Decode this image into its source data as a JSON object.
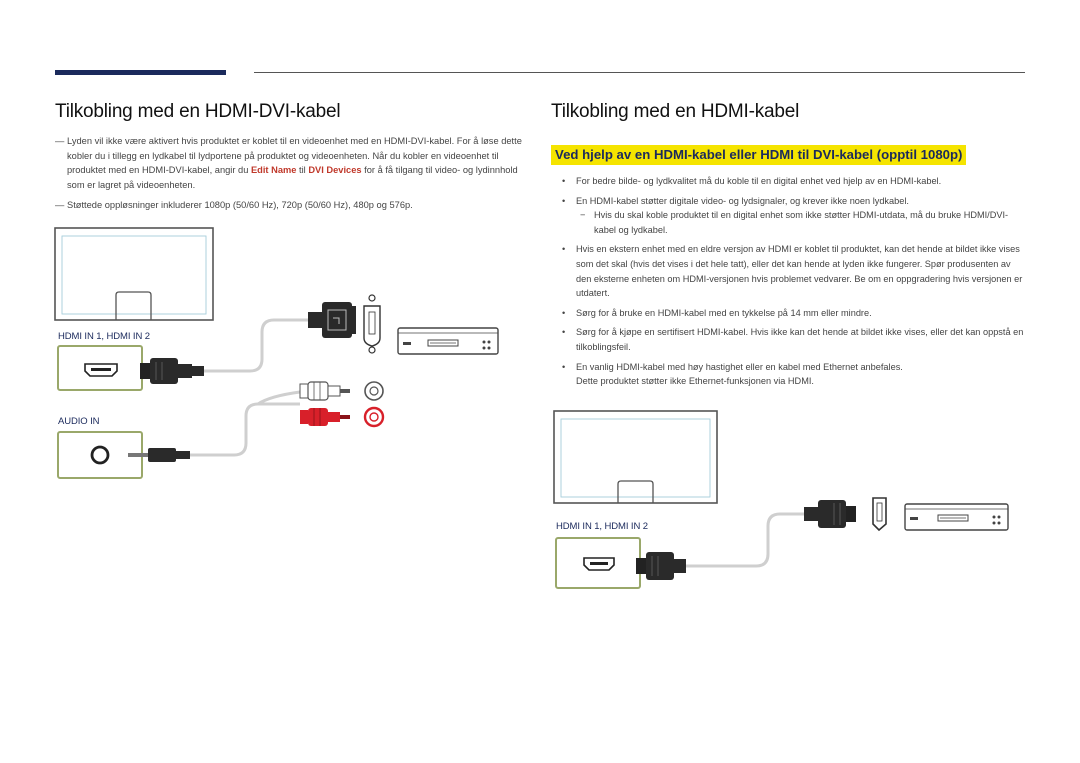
{
  "left": {
    "title": "Tilkobling med en HDMI-DVI-kabel",
    "note1_dash": "―",
    "note1_part1": "Lyden vil ikke være aktivert hvis produktet er koblet til en videoenhet med en HDMI-DVI-kabel. For å løse dette kobler du i tillegg en lydkabel til lydportene på produktet og videoenheten. Når du kobler en videoenhet til produktet med en HDMI-DVI-kabel, angir du ",
    "note1_edit_name": "Edit Name",
    "note1_mid": " til ",
    "note1_dvi_devices": "DVI Devices",
    "note1_part2": " for å få tilgang til video- og lydinnhold som er lagret på videoenheten.",
    "note2_dash": "―",
    "note2": "Støttede oppløsninger inkluderer 1080p (50/60 Hz), 720p (50/60 Hz), 480p og 576p.",
    "hdmi_port_label": "HDMI IN 1, HDMI IN 2",
    "audio_port_label": "AUDIO IN"
  },
  "right": {
    "title": "Tilkobling med en HDMI-kabel",
    "subtitle": "Ved hjelp av en HDMI-kabel eller HDMI til DVI-kabel (opptil 1080p)",
    "bullet_symbol": "•",
    "sub_symbol": "−",
    "bullets": [
      "For bedre bilde- og lydkvalitet må du koble til en digital enhet ved hjelp av en HDMI-kabel.",
      "En HDMI-kabel støtter digitale video- og lydsignaler, og krever ikke noen lydkabel.",
      "Hvis en ekstern enhet med en eldre versjon av HDMI er koblet til produktet, kan det hende at bildet ikke vises som det skal (hvis det vises i det hele tatt), eller det kan hende at lyden ikke fungerer. Spør produsenten av den eksterne enheten om HDMI-versjonen hvis problemet vedvarer. Be om en oppgradering hvis versjonen er utdatert.",
      "Sørg for å bruke en HDMI-kabel med en tykkelse på 14 mm eller mindre.",
      "Sørg for å kjøpe en sertifisert HDMI-kabel. Hvis ikke kan det hende at bildet ikke vises, eller det kan oppstå en tilkoblingsfeil.",
      "En vanlig HDMI-kabel med høy hastighet eller en kabel med Ethernet anbefales."
    ],
    "sub_bullet": "Hvis du skal koble produktet til en digital enhet som ikke støtter HDMI-utdata, må du bruke HDMI/DVI-kabel og lydkabel.",
    "bullet6_extra": "Dette produktet støtter ikke Ethernet-funksjonen via HDMI.",
    "hdmi_port_label": "HDMI IN 1, HDMI IN 2"
  },
  "colors": {
    "navy": "#1b2a5c",
    "highlight": "#f5e400",
    "accent_red": "#c0392b",
    "port_frame": "#9aa86a",
    "cable_red": "#d8202a"
  }
}
